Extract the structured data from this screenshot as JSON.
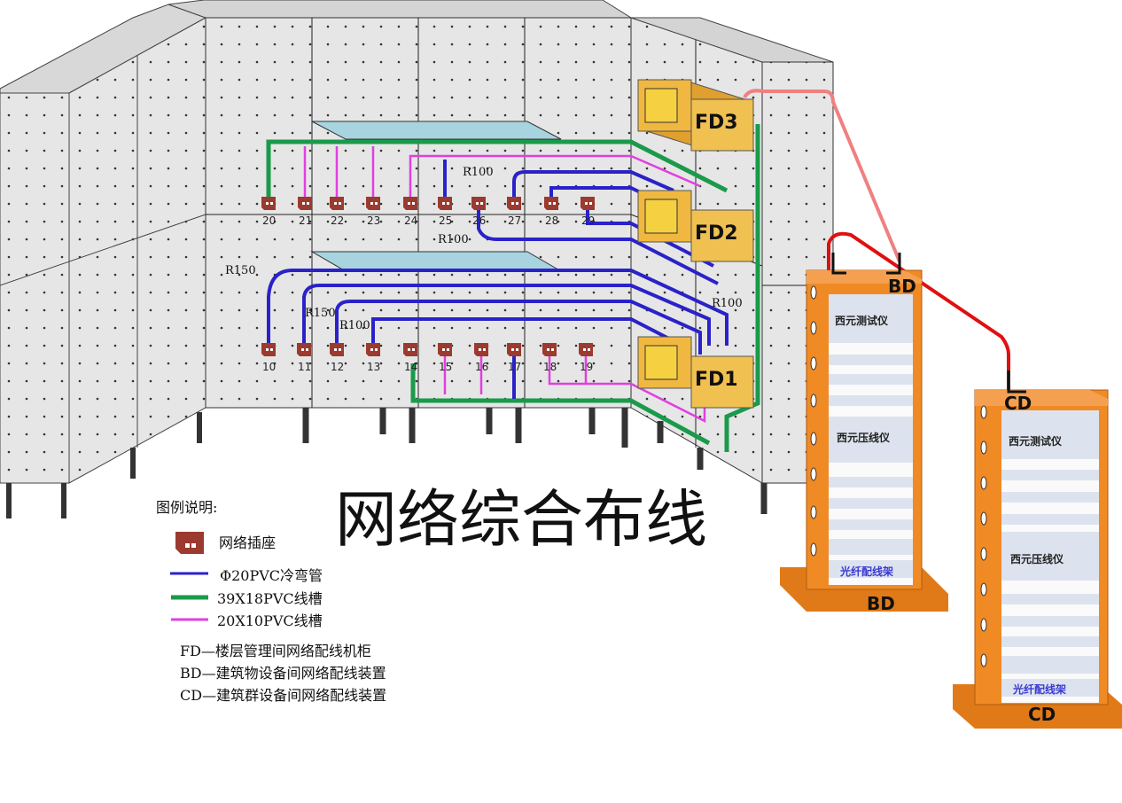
{
  "title": "网络综合布线",
  "legend": {
    "heading": "图例说明:",
    "items": [
      {
        "icon": "outlet-icon",
        "label": "网络插座",
        "color": "#9b3a2e"
      },
      {
        "icon": "line-blue",
        "label": "Φ20PVC冷弯管",
        "color": "#2a22c8"
      },
      {
        "icon": "line-green",
        "label": "39X18PVC线槽",
        "color": "#1a9a4a"
      },
      {
        "icon": "line-magenta",
        "label": "20X10PVC线槽",
        "color": "#e040e0"
      }
    ],
    "definitions": [
      "FD—楼层管理间网络配线机柜",
      "BD—建筑物设备间网络配线装置",
      "CD—建筑群设备间网络配线装置"
    ]
  },
  "outlets_top": [
    "20",
    "21",
    "22",
    "23",
    "24",
    "25",
    "26",
    "27",
    "28",
    "29"
  ],
  "outlets_bottom": [
    "10",
    "11",
    "12",
    "13",
    "14",
    "15",
    "16",
    "17",
    "18",
    "19"
  ],
  "radius_labels": [
    "R100",
    "R100",
    "R150",
    "R150",
    "R100",
    "R100"
  ],
  "cabinets": [
    "FD3",
    "FD2",
    "FD1"
  ],
  "racks": {
    "bd": {
      "top_label": "BD",
      "base_label": "BD",
      "devices": [
        "西元测试仪",
        "西元压线仪"
      ],
      "fiber": "光纤配线架"
    },
    "cd": {
      "top_label": "CD",
      "base_label": "CD",
      "devices": [
        "西元测试仪",
        "西元压线仪"
      ],
      "fiber": "光纤配线架"
    }
  },
  "colors": {
    "panel": "#e4e4e4",
    "rack": "#f08a24",
    "cabinet": "#f0b840",
    "fiber_link": "#e01010",
    "link_fd3": "#f08080"
  }
}
